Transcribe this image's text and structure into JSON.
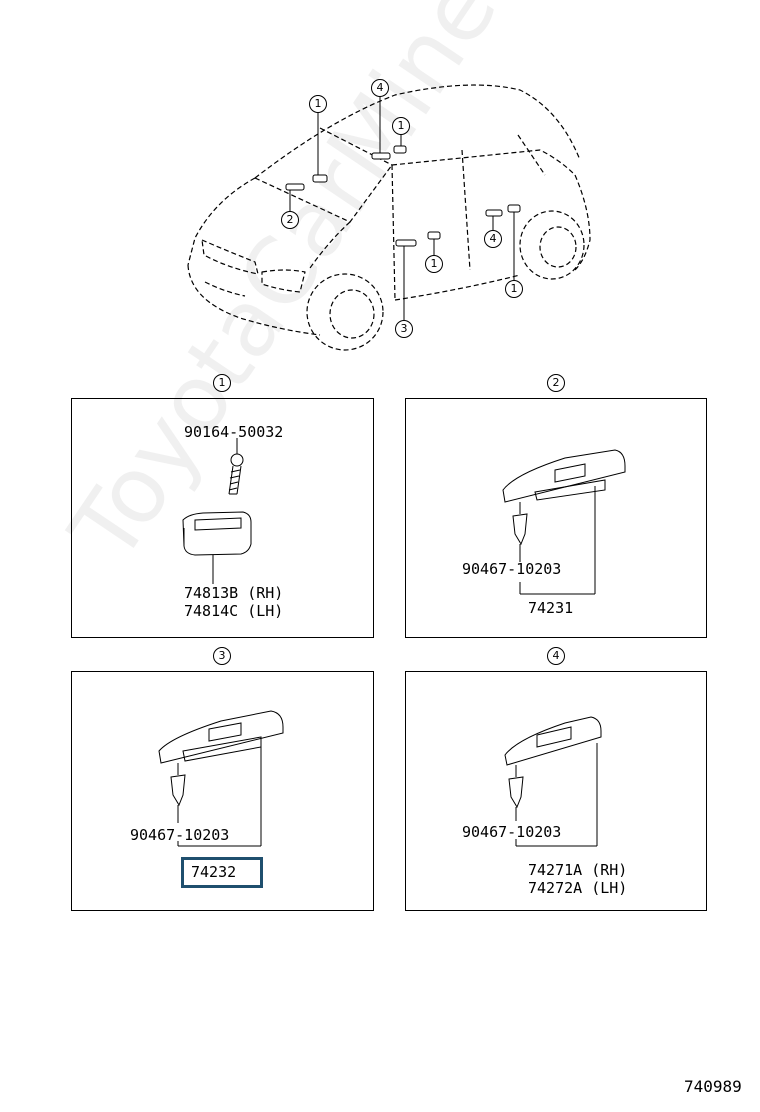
{
  "watermark": "ToyotaCarMine.ru",
  "overview": {
    "callouts": [
      "1",
      "4",
      "1",
      "2",
      "4",
      "1",
      "1",
      "3"
    ]
  },
  "panels": [
    {
      "id": "1",
      "label": "1",
      "parts": [
        "90164-50032",
        "74813B (RH)",
        "74814C (LH)"
      ]
    },
    {
      "id": "2",
      "label": "2",
      "parts": [
        "90467-10203",
        "74231"
      ]
    },
    {
      "id": "3",
      "label": "3",
      "parts": [
        "90467-10203",
        "74232"
      ]
    },
    {
      "id": "4",
      "label": "4",
      "parts": [
        "90467-10203",
        "74271A (RH)",
        "74272A (LH)"
      ]
    }
  ],
  "footer": {
    "diagram_code": "740989"
  },
  "colors": {
    "highlight": "#1f4f6e",
    "line": "#000000"
  }
}
